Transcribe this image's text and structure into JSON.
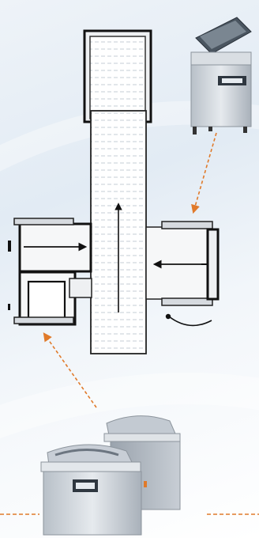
{
  "diagram": {
    "type": "packaging-line-layout",
    "components": [
      {
        "name": "tabletop-vacuum-chamber-machine",
        "icon": "single-chamber-machine-icon"
      },
      {
        "name": "conveyor-belt",
        "icon": "conveyor-icon"
      },
      {
        "name": "discharge-station",
        "icon": "discharge-station-icon"
      },
      {
        "name": "loading-station-right",
        "icon": "loading-station-icon"
      },
      {
        "name": "loading-station-left",
        "icon": "loading-station-icon"
      },
      {
        "name": "double-chamber-vacuum-machine",
        "icon": "double-chamber-machine-icon"
      }
    ],
    "flows": [
      {
        "from": "tabletop-vacuum-chamber-machine",
        "to": "loading-station-right",
        "style": "dashed-orange-arrow"
      },
      {
        "from": "double-chamber-vacuum-machine",
        "to": "loading-station-left",
        "style": "dashed-orange-arrow"
      },
      {
        "from": "loading-station-right",
        "to": "conveyor-belt",
        "style": "solid-arrow"
      },
      {
        "from": "conveyor-belt",
        "to": "discharge-station",
        "style": "solid-arrow"
      },
      {
        "from": "loading-station-left",
        "to": "conveyor-belt",
        "style": "solid-arrow"
      }
    ],
    "colors": {
      "outline": "#111111",
      "belt_fill": "#ffffff",
      "belt_slats": "#b9c2cc",
      "station_fill": "#f6f7f8",
      "flow_arrow": "#e07a2a",
      "machine_body": "#cfd5dc",
      "machine_dark": "#3a4450",
      "background_top": "#eef3f8",
      "background_bottom": "#ffffff"
    }
  }
}
